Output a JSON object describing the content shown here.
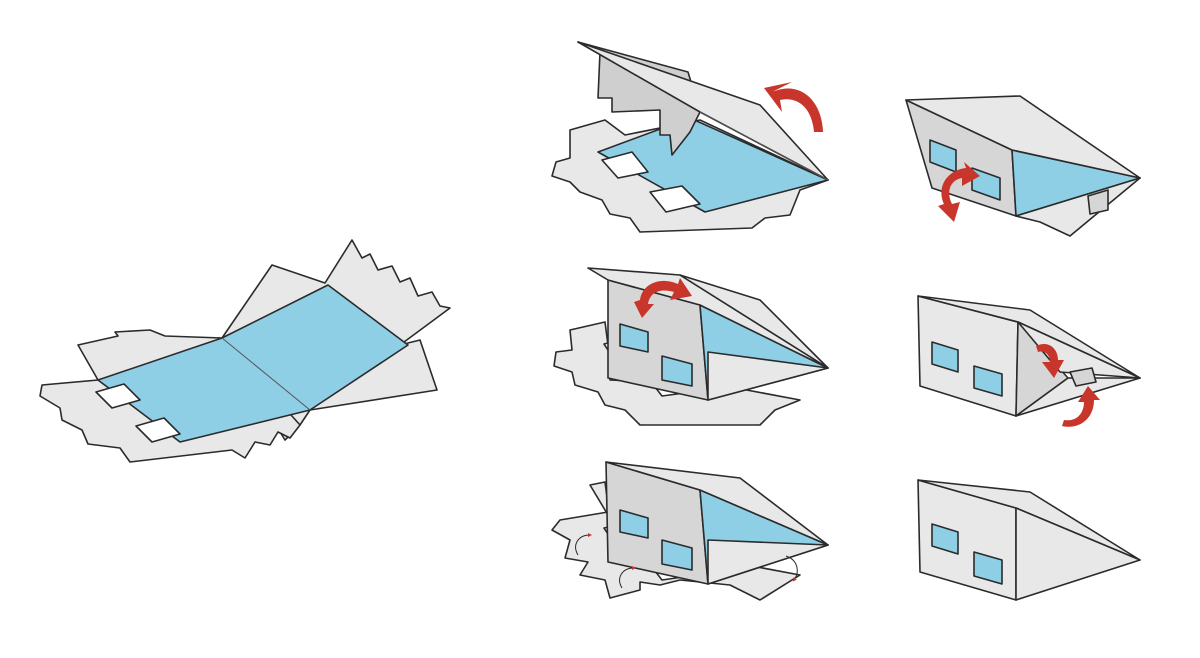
{
  "colors": {
    "background": "#ffffff",
    "paper": "#e8e8e8",
    "paper_dark": "#cfcfcf",
    "wall_shade": "#d6d6d6",
    "glass": "#8ecfe6",
    "outline": "#2b2b2b",
    "arrow": "#c8352a"
  },
  "steps": [
    {
      "id": "flat-net"
    },
    {
      "id": "fold-roof-up"
    },
    {
      "id": "fold-front-wall"
    },
    {
      "id": "fold-tabs"
    },
    {
      "id": "fold-side-tabs"
    },
    {
      "id": "fold-end-flaps"
    },
    {
      "id": "assembled"
    }
  ]
}
